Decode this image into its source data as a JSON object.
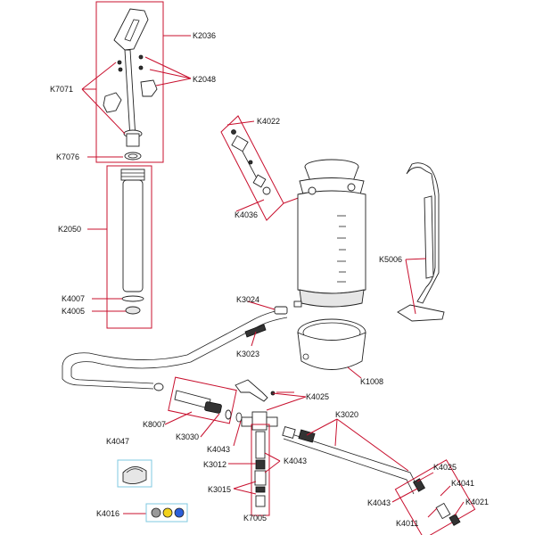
{
  "labels": {
    "k2036": "K2036",
    "k7071": "K7071",
    "k2048": "K2048",
    "k7076": "K7076",
    "k2050": "K2050",
    "k4007": "K4007",
    "k4005": "K4005",
    "k4022": "K4022",
    "k4036": "K4036",
    "k5006": "K5006",
    "k3024": "K3024",
    "k3023": "K3023",
    "k1008": "K1008",
    "k4025a": "K4025",
    "k3020": "K3020",
    "k8007": "K8007",
    "k3030": "K3030",
    "k4043a": "K4043",
    "k4047": "K4047",
    "k3012": "K3012",
    "k4043b": "K4043",
    "k3015": "K3015",
    "k7005": "K7005",
    "k4016": "K4016",
    "k4043c": "K4043",
    "k4011": "K4011",
    "k4025b": "K4025",
    "k4041": "K4041",
    "k4021": "K4021"
  },
  "colors": {
    "callout": "#c8102e",
    "nut_yellow": "#f2d21b",
    "nut_blue": "#2b5fd9",
    "nut_grey": "#9a9a9a"
  }
}
